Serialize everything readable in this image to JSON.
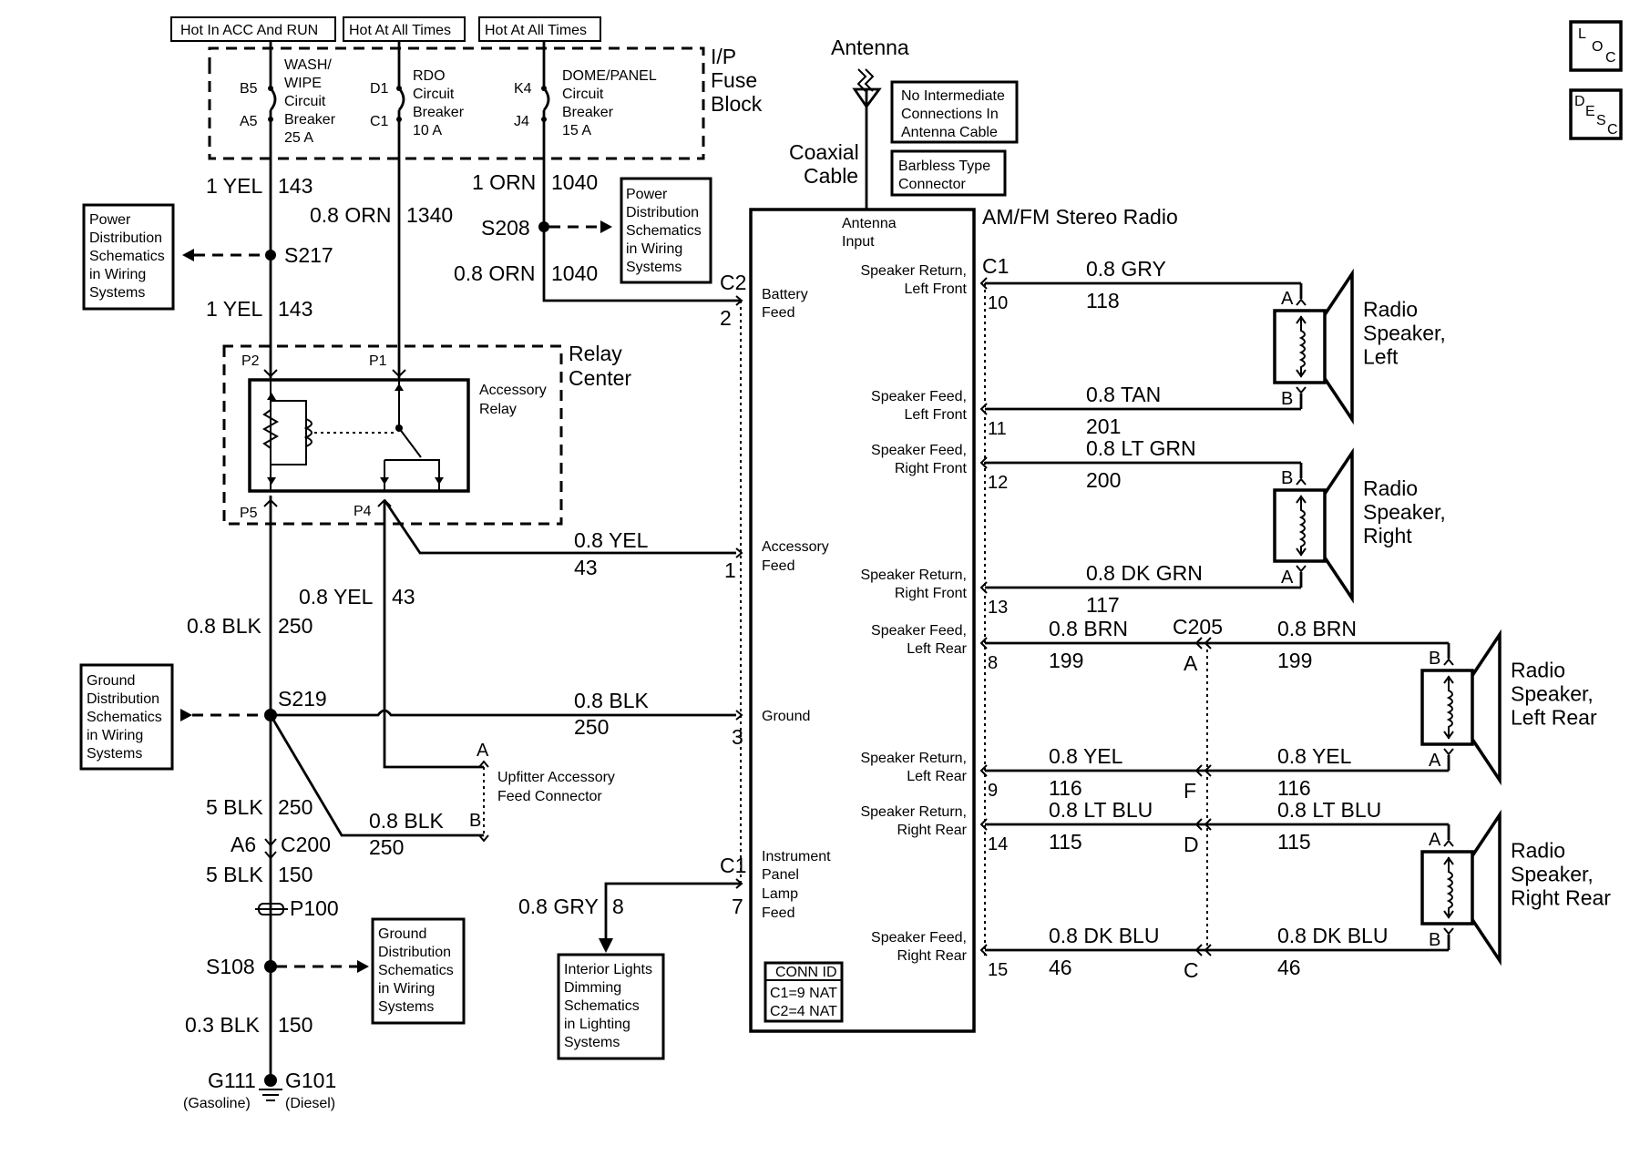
{
  "header": {
    "hot_acc_run": "Hot In ACC And RUN",
    "hot_all_1": "Hot At All Times",
    "hot_all_2": "Hot At All Times"
  },
  "fuse_block": {
    "title_1": "I/P",
    "title_2": "Fuse",
    "title_3": "Block",
    "wash_wipe": {
      "pin_top": "B5",
      "pin_bottom": "A5",
      "lines": [
        "WASH/",
        "WIPE",
        "Circuit",
        "Breaker",
        "25 A"
      ]
    },
    "rdo": {
      "pin_top": "D1",
      "pin_bottom": "C1",
      "lines": [
        "RDO",
        "Circuit",
        "Breaker",
        "10 A"
      ]
    },
    "dome_panel": {
      "pin_top": "K4",
      "pin_bottom": "J4",
      "lines": [
        "DOME/PANEL",
        "Circuit",
        "Breaker",
        "15 A"
      ]
    }
  },
  "antenna": {
    "label": "Antenna",
    "coax_1": "Coaxial",
    "coax_2": "Cable",
    "note1": [
      "No Intermediate",
      "Connections In",
      "Antenna Cable"
    ],
    "note2": [
      "Barbless Type",
      "Connector"
    ]
  },
  "corner_icons": {
    "loc": [
      "L",
      "O",
      "C"
    ],
    "desc": [
      "D",
      "E",
      "S",
      "C"
    ]
  },
  "refs": {
    "power_dist_left": [
      "Power",
      "Distribution",
      "Schematics",
      "in Wiring",
      "Systems"
    ],
    "power_dist_right": [
      "Power",
      "Distribution",
      "Schematics",
      "in Wiring",
      "Systems"
    ],
    "ground_dist_left": [
      "Ground",
      "Distribution",
      "Schematics",
      "in Wiring",
      "Systems"
    ],
    "ground_dist_bottom": [
      "Ground",
      "Distribution",
      "Schematics",
      "in Wiring",
      "Systems"
    ],
    "interior_lights": [
      "Interior Lights",
      "Dimming",
      "Schematics",
      "in Lighting",
      "Systems"
    ]
  },
  "wires_left": {
    "w143a": {
      "size": "1 YEL",
      "circuit": "143"
    },
    "w1340": {
      "size": "0.8 ORN",
      "circuit": "1340"
    },
    "w1040a": {
      "size": "1 ORN",
      "circuit": "1040"
    },
    "w1040b": {
      "size": "0.8 ORN",
      "circuit": "1040"
    },
    "w143b": {
      "size": "1 YEL",
      "circuit": "143"
    },
    "w43a": {
      "size": "0.8 YEL",
      "circuit": "43"
    },
    "w43b": {
      "size": "0.8 YEL",
      "circuit": "43"
    },
    "w250a": {
      "size": "0.8 BLK",
      "circuit": "250"
    },
    "w250b": {
      "size": "0.8 BLK",
      "circuit": "250"
    },
    "w250c": {
      "size": "5 BLK",
      "circuit": "250"
    },
    "w250d": {
      "size": "0.8 BLK",
      "circuit": "250"
    },
    "w150a": {
      "size": "5 BLK",
      "circuit": "150"
    },
    "w150b": {
      "size": "0.3 BLK",
      "circuit": "150"
    },
    "w8": {
      "size": "0.8 GRY",
      "circuit": "8"
    }
  },
  "splices": {
    "s217": "S217",
    "s208": "S208",
    "s219": "S219",
    "s108": "S108",
    "p100": "P100",
    "a6": "A6",
    "c200": "C200",
    "g111": "G111",
    "g101": "G101",
    "gasoline": "(Gasoline)",
    "diesel": "(Diesel)"
  },
  "relay": {
    "title_1": "Relay",
    "title_2": "Center",
    "name_1": "Accessory",
    "name_2": "Relay",
    "p1": "P1",
    "p2": "P2",
    "p4": "P4",
    "p5": "P5"
  },
  "upfitter": {
    "pin_a": "A",
    "pin_b": "B",
    "line_1": "Upfitter Accessory",
    "line_2": "Feed Connector"
  },
  "radio": {
    "title": "AM/FM Stereo Radio",
    "antenna_input": [
      "Antenna",
      "Input"
    ],
    "battery_feed": [
      "Battery",
      "Feed"
    ],
    "accessory_feed": [
      "Accessory",
      "Feed"
    ],
    "ground": "Ground",
    "ip_lamp_feed": [
      "Instrument",
      "Panel",
      "Lamp",
      "Feed"
    ],
    "conn_id": "CONN ID",
    "conn_c1": "C1=9 NAT",
    "conn_c2": "C2=4 NAT",
    "c2": "C2",
    "c1_left": "C1",
    "c1_right": "C1",
    "pin_c2_2": "2",
    "pin_c2_1": "1",
    "pin_c2_3": "3",
    "pin_c1_7": "7"
  },
  "speaker_circuits": [
    {
      "label": [
        "Speaker Return,",
        "Left Front"
      ],
      "pin": "10",
      "size": "0.8 GRY",
      "circuit": "118"
    },
    {
      "label": [
        "Speaker Feed,",
        "Left Front"
      ],
      "pin": "11",
      "size": "0.8 TAN",
      "circuit": "201"
    },
    {
      "label": [
        "Speaker Feed,",
        "Right Front"
      ],
      "pin": "12",
      "size": "0.8 LT GRN",
      "circuit": "200"
    },
    {
      "label": [
        "Speaker Return,",
        "Right Front"
      ],
      "pin": "13",
      "size": "0.8 DK GRN",
      "circuit": "117"
    },
    {
      "label": [
        "Speaker Feed,",
        "Left Rear"
      ],
      "pin": "8",
      "size": "0.8 BRN",
      "circuit": "199",
      "c205_pin": "A",
      "size2": "0.8 BRN",
      "circuit2": "199"
    },
    {
      "label": [
        "Speaker Return,",
        "Left Rear"
      ],
      "pin": "9",
      "size": "0.8 YEL",
      "circuit": "116",
      "c205_pin": "F",
      "size2": "0.8 YEL",
      "circuit2": "116"
    },
    {
      "label": [
        "Speaker Return,",
        "Right Rear"
      ],
      "pin": "14",
      "size": "0.8 LT BLU",
      "circuit": "115",
      "c205_pin": "D",
      "size2": "0.8 LT BLU",
      "circuit2": "115"
    },
    {
      "label": [
        "Speaker Feed,",
        "Right Rear"
      ],
      "pin": "15",
      "size": "0.8 DK BLU",
      "circuit": "46",
      "c205_pin": "C",
      "size2": "0.8 DK BLU",
      "circuit2": "46"
    }
  ],
  "c205": "C205",
  "speakers": [
    {
      "lines": [
        "Radio",
        "Speaker,",
        "Left"
      ],
      "top_pin": "A",
      "bottom_pin": "B"
    },
    {
      "lines": [
        "Radio",
        "Speaker,",
        "Right"
      ],
      "top_pin": "B",
      "bottom_pin": "A"
    },
    {
      "lines": [
        "Radio",
        "Speaker,",
        "Left Rear"
      ],
      "top_pin": "B",
      "bottom_pin": "A"
    },
    {
      "lines": [
        "Radio",
        "Speaker,",
        "Right Rear"
      ],
      "top_pin": "A",
      "bottom_pin": "B"
    }
  ]
}
